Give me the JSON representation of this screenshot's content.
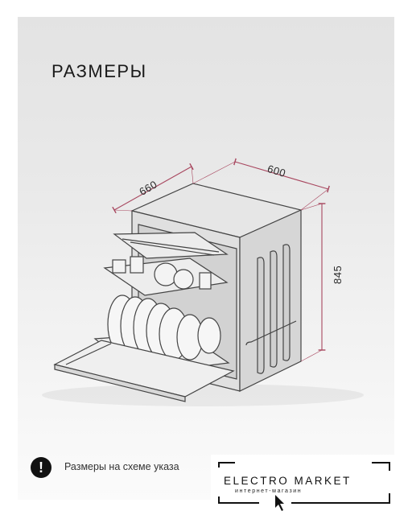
{
  "page": {
    "heading": "РАЗМЕРЫ",
    "note": "Размеры на схеме указа",
    "note_icon": "exclamation-icon"
  },
  "dimensions": {
    "depth": "660",
    "width": "600",
    "height": "845",
    "line_color": "#a8475f"
  },
  "brand": {
    "name": "ELECTRO MARKET",
    "tagline": "интернет-магазин"
  }
}
